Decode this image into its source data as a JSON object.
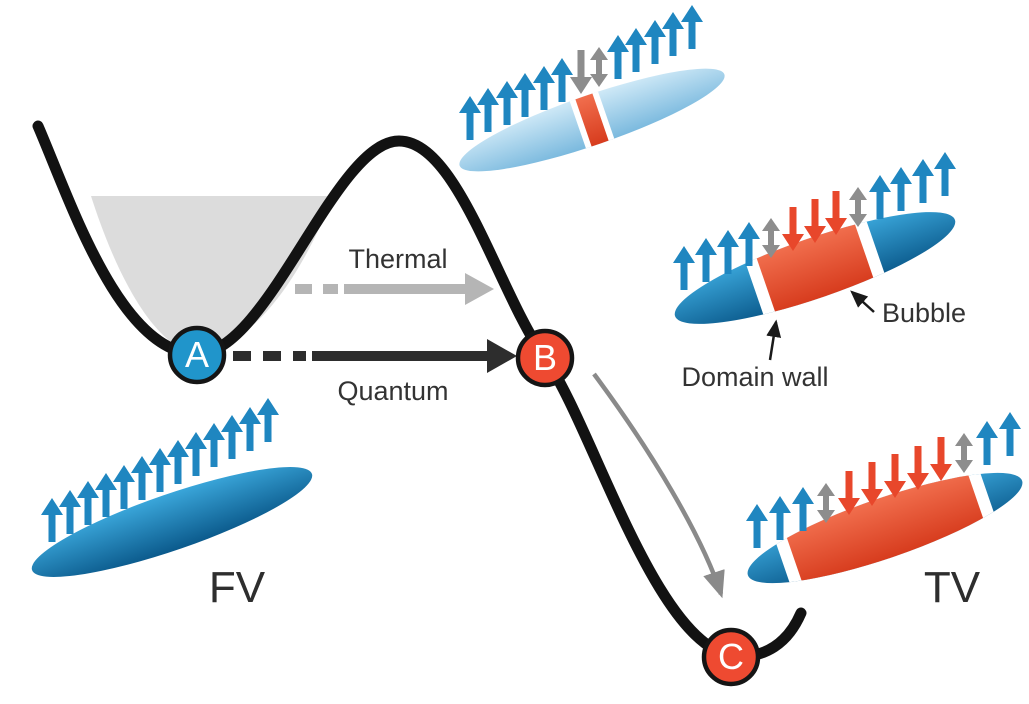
{
  "colors": {
    "spin_blue": "#1f86c0",
    "spin_red": "#e8472b",
    "spin_gray": "#8d8d8d",
    "node_blue": "#2095cb",
    "node_red": "#ee4a31",
    "curve_black": "#121212",
    "thermal_gray": "#b5b5b5",
    "quantum_black": "#2d2d2d",
    "well_shade": "#d9d9d9",
    "descent_gray": "#8a8a8a"
  },
  "energy_landscape": {
    "points": [
      {
        "id": "A",
        "label": "A"
      },
      {
        "id": "B",
        "label": "B"
      },
      {
        "id": "C",
        "label": "C"
      }
    ],
    "transitions": [
      {
        "label": "Thermal"
      },
      {
        "label": "Quantum"
      }
    ]
  },
  "annotations": {
    "bubble": "Bubble",
    "domain_wall": "Domain wall"
  },
  "states": {
    "false_vacuum": {
      "label": "FV"
    },
    "true_vacuum": {
      "label": "TV"
    }
  }
}
